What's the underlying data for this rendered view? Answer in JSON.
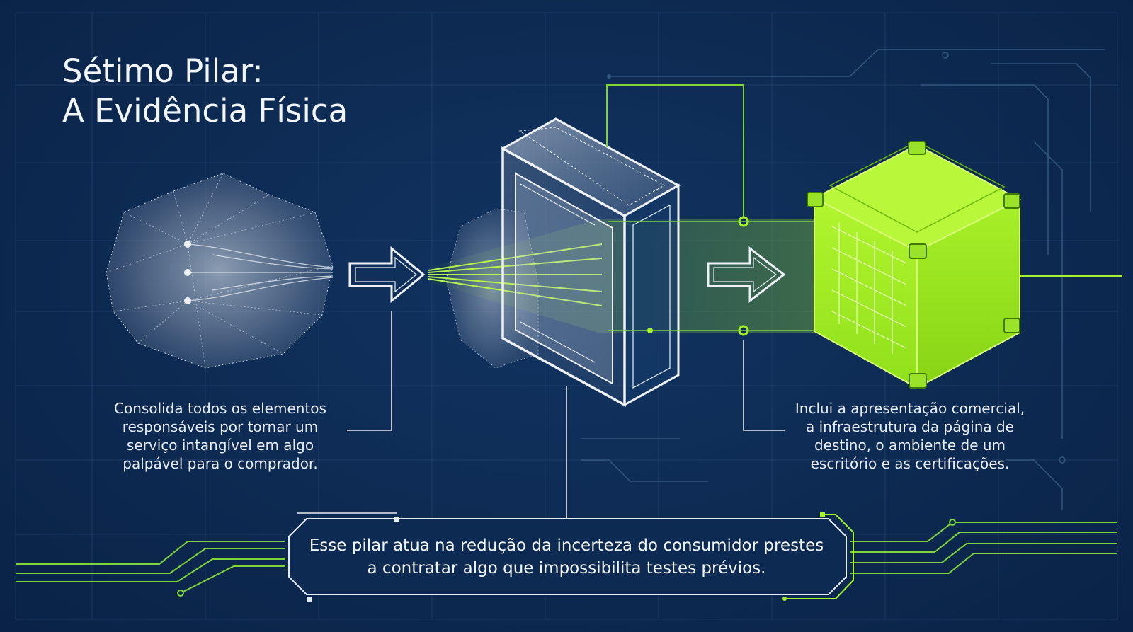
{
  "title": {
    "line1": "Sétimo Pilar:",
    "line2": "A Evidência Física"
  },
  "left_caption": [
    "Consolida todos os elementos",
    "responsáveis por tornar um",
    "serviço intangível em algo",
    "palpável para o comprador."
  ],
  "right_caption": [
    "Inclui a apresentação comercial,",
    "a infraestrutura da página de",
    "destino, o ambiente de um",
    "escritório e as certificações."
  ],
  "bottom_note": [
    "Esse pilar atua na redução da incerteza do consumidor prestes",
    "a contratar algo que impossibilita testes prévios."
  ],
  "colors": {
    "background": "#0d2a52",
    "accent": "#a6f22b",
    "trace": "#7fd43a",
    "text": "#f2f5fa"
  },
  "icons": {
    "intangible": "cloud-mesh-icon",
    "filter": "glass-frame-icon",
    "tangible": "solid-cube-icon",
    "flow": "arrow-right-icon"
  }
}
